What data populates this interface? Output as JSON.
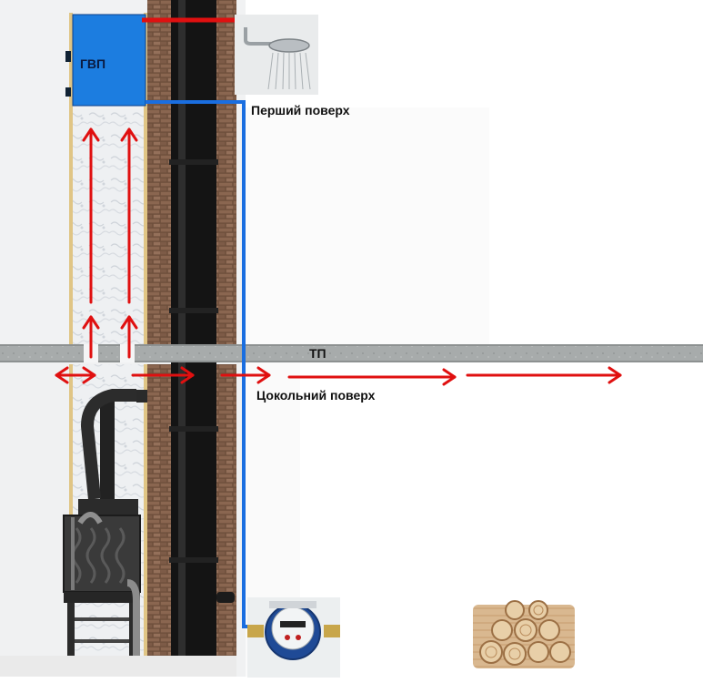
{
  "labels": {
    "boiler": "ГВП",
    "first_floor": "Перший поверх",
    "ground_floor": "Цокольний поверх",
    "slab": "ТП"
  },
  "icons": {
    "shower": "shower-head-icon",
    "water_meter": "water-meter-icon",
    "firewood": "firewood-stack-icon",
    "stove": "wood-stove-icon"
  },
  "colors": {
    "hot_water_pipe": "#e01010",
    "cold_water_pipe": "#1a6ee0",
    "heat_flow_arrow": "#e01010",
    "boiler_tank": "#1c7de0",
    "chimney": "#111111",
    "brick": "#7a5a45",
    "slab": "#a9adad"
  }
}
